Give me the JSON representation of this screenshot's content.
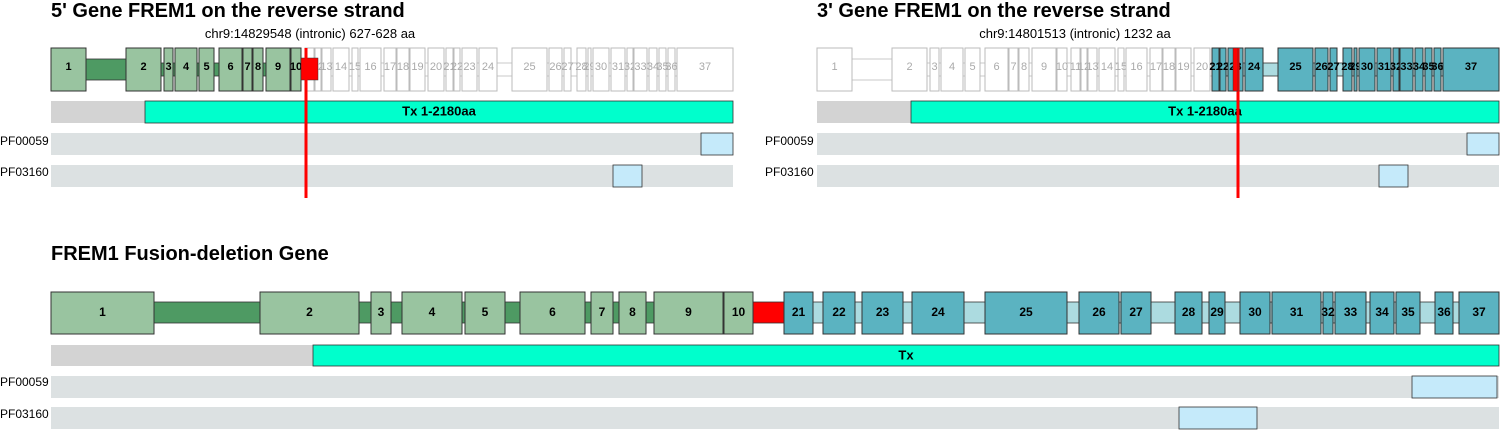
{
  "panel_5p": {
    "title": "5' Gene FREM1 on the reverse strand",
    "breakpoint_label": "chr9:14829548 (intronic) 627-628 aa",
    "exon_labels": [
      "1",
      "2",
      "3",
      "4",
      "5",
      "6",
      "7",
      "8",
      "9",
      "10",
      "11",
      "12",
      "13",
      "14",
      "15",
      "16",
      "17",
      "18",
      "19",
      "20",
      "21",
      "22",
      "23",
      "24",
      "25",
      "26",
      "27",
      "28",
      "29",
      "30",
      "31",
      "32",
      "33",
      "34",
      "35",
      "36",
      "37"
    ],
    "tx_label": "Tx 1-2180aa",
    "domains": [
      "PF00059",
      "PF03160"
    ]
  },
  "panel_3p": {
    "title": "3' Gene FREM1 on the reverse strand",
    "breakpoint_label": "chr9:14801513 (intronic) 1232 aa",
    "exon_labels": [
      "1",
      "2",
      "3",
      "4",
      "5",
      "6",
      "7",
      "8",
      "9",
      "10",
      "11",
      "12",
      "13",
      "14",
      "15",
      "16",
      "17",
      "18",
      "19",
      "20",
      "21",
      "22",
      "23",
      "24",
      "25",
      "26",
      "27",
      "28",
      "29",
      "30",
      "31",
      "32",
      "33",
      "34",
      "35",
      "36",
      "37"
    ],
    "tx_label": "Tx 1-2180aa",
    "domains": [
      "PF00059",
      "PF03160"
    ]
  },
  "fusion": {
    "title": "FREM1 Fusion-deletion Gene",
    "exon_labels": [
      "1",
      "2",
      "3",
      "4",
      "5",
      "6",
      "7",
      "8",
      "9",
      "10",
      "21",
      "22",
      "23",
      "24",
      "25",
      "26",
      "27",
      "28",
      "29",
      "30",
      "31",
      "32",
      "33",
      "34",
      "35",
      "36",
      "37"
    ],
    "tx_label": "Tx",
    "domains": [
      "PF00059",
      "PF03160"
    ]
  },
  "colors": {
    "exon_5p": "#99c4a0",
    "intron_5p": "#4e9a63",
    "exon_3p": "#5bb3c1",
    "intron_3p": "#acdbe0",
    "breakpoint": "#ff0000",
    "tx_bar": "#00ffcc",
    "utr": "#d3d3d3",
    "domain_track": "#dce1e2",
    "domain_box": "#c5eafa"
  }
}
